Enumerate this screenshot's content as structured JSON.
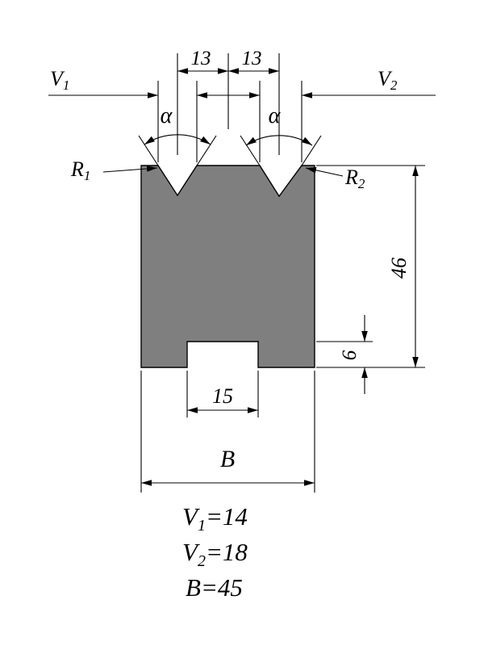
{
  "meta": {
    "background": "#ffffff",
    "line_color": "#000000",
    "body_fill": "#7f7f7f"
  },
  "dims": {
    "d13_left": "13",
    "d13_right": "13",
    "h46": "46",
    "h6": "6",
    "w15": "15",
    "wB": "B"
  },
  "labels": {
    "v1": {
      "base": "V",
      "sub": "1"
    },
    "v2": {
      "base": "V",
      "sub": "2"
    },
    "r1": {
      "base": "R",
      "sub": "1"
    },
    "r2": {
      "base": "R",
      "sub": "2"
    },
    "alpha_left": "α",
    "alpha_right": "α"
  },
  "notes": {
    "line1": {
      "base": "V",
      "sub": "1",
      "rest": "=14"
    },
    "line2": {
      "base": "V",
      "sub": "2",
      "rest": "=18"
    },
    "line3": {
      "base": "B",
      "rest": "=45"
    }
  }
}
